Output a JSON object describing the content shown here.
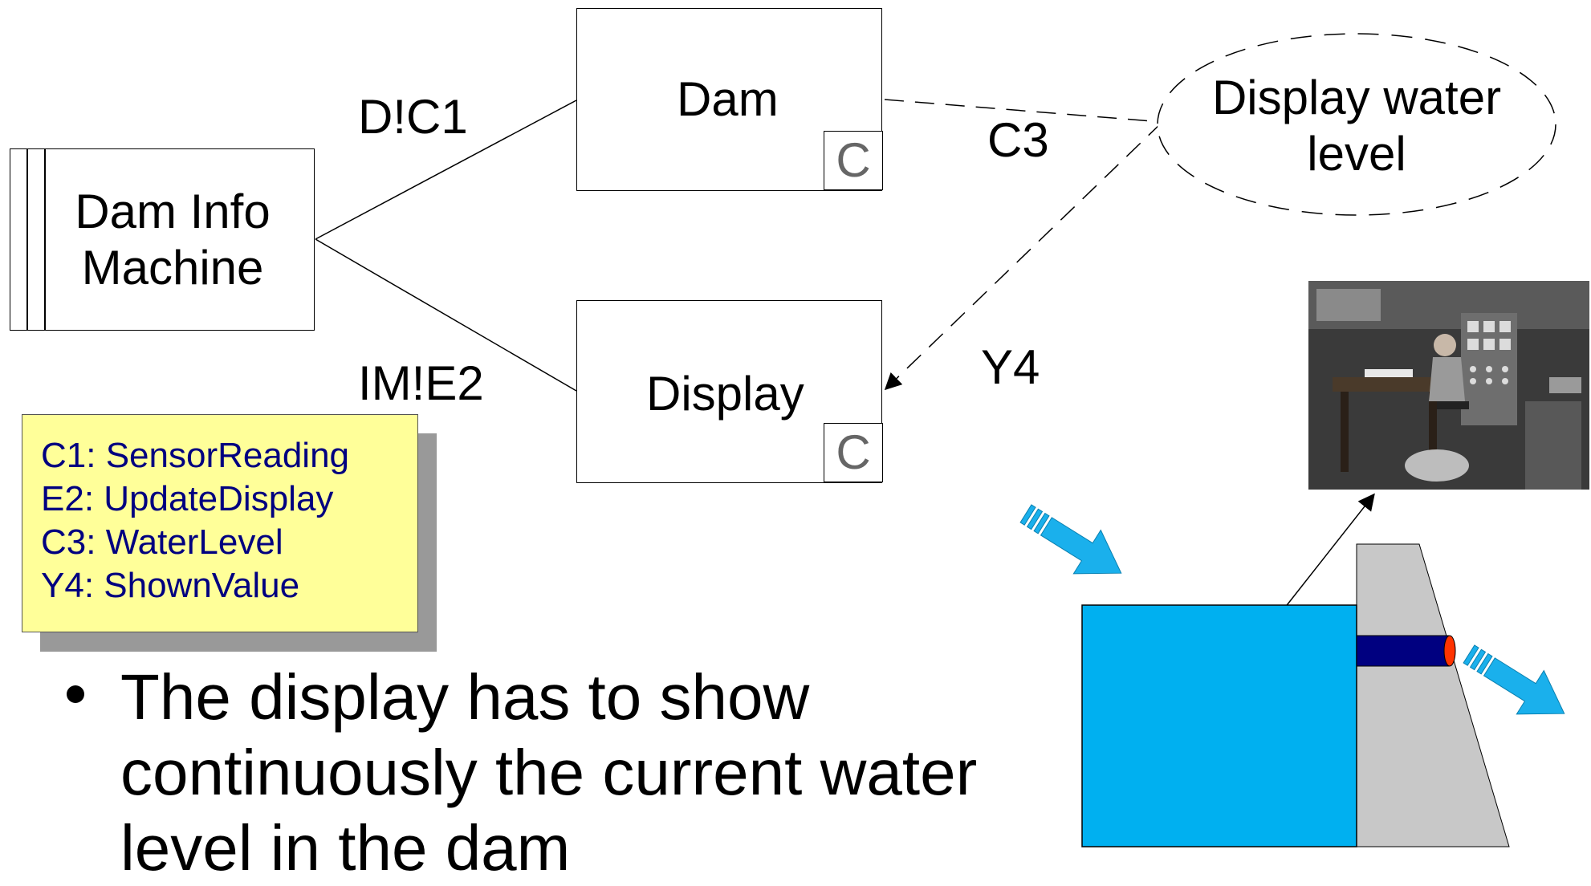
{
  "diagram": {
    "machine_label_line1": "Dam Info",
    "machine_label_line2": "Machine",
    "dam_label": "Dam",
    "display_label": "Display",
    "requirement_line1": "Display water",
    "requirement_line2": "level",
    "domain_marker": "C",
    "interface_dam": "D!C1",
    "interface_display": "IM!E2",
    "link_c3": "C3",
    "link_y4": "Y4"
  },
  "legend": {
    "items": [
      "C1: SensorReading",
      "E2: UpdateDisplay",
      "C3: WaterLevel",
      "Y4: ShownValue"
    ]
  },
  "bullet": {
    "lines": [
      "The display has to show",
      "continuously the current water",
      "level in the dam"
    ]
  },
  "colors": {
    "water": "#00b0f0",
    "dam_wall": "#c8c8c8",
    "pipe": "#000080",
    "valve": "#ff3300",
    "arrow": "#1ab0ec",
    "legend_bg": "#ffff99",
    "legend_text": "#000080"
  }
}
